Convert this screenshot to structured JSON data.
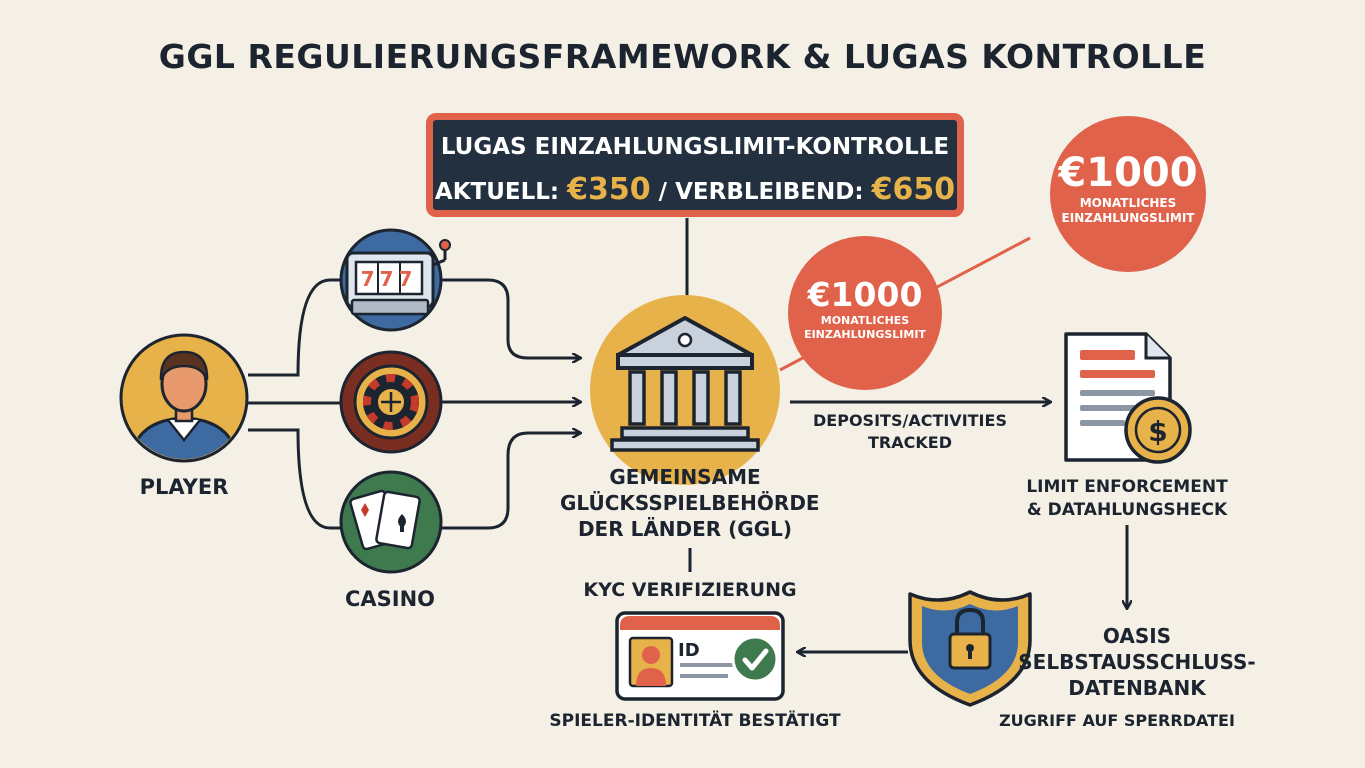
{
  "title": "GGL REGULIERUNGSFRAMEWORK & LUGAS KONTROLLE",
  "lugas": {
    "heading": "LUGAS EINZAHLUNGSLIMIT-KONTROLLE",
    "current_label": "AKTUELL:",
    "current_value": "€350",
    "separator": "/",
    "remaining_label": "VERBLEIBEND:",
    "remaining_value": "€650"
  },
  "limit_badges": [
    {
      "amount": "€1000",
      "line1": "MONATLICHES",
      "line2": "EINZAHLUNGSLIMIT"
    },
    {
      "amount": "€1000",
      "line1": "MONATLICHES",
      "line2": "EINZAHLUNGSLIMIT"
    }
  ],
  "player": {
    "label": "PLAYER"
  },
  "casino": {
    "label": "CASINO"
  },
  "ggl": {
    "line1": "GEMEINSAME",
    "line2": "GLÜCKSSPIELBEHÖRDE",
    "line3": "DER LÄNDER (GGL)"
  },
  "tracking": {
    "line1": "DEPOSITS/ACTIVITIES",
    "line2": "TRACKED"
  },
  "enforcement": {
    "line1": "LIMIT ENFORCEMENT",
    "line2": "& DATAHLUNGSHECK"
  },
  "oasis": {
    "line1": "OASIS",
    "line2": "SELBSTAUSSCHLUSS-",
    "line3": "DATENBANK",
    "caption": "ZUGRIFF AUF SPERRDATEI"
  },
  "kyc": {
    "label": "KYC VERIFIZIERUNG",
    "id_text": "ID",
    "caption": "SPIELER-IDENTITÄT BESTÄTIGT"
  },
  "slot_reels": "777",
  "icons": [
    "person-icon",
    "slot-machine-icon",
    "roulette-icon",
    "playing-cards-icon",
    "bank-building-icon",
    "document-icon",
    "dollar-coin-icon",
    "shield-lock-icon",
    "id-card-icon",
    "check-icon"
  ],
  "colors": {
    "background": "#f5f0e6",
    "navy": "#23303f",
    "accent_red": "#e0624a",
    "gold": "#e8b24a",
    "blue": "#3d6aa0",
    "green": "#3f7a4f",
    "maroon": "#7a2e22"
  }
}
